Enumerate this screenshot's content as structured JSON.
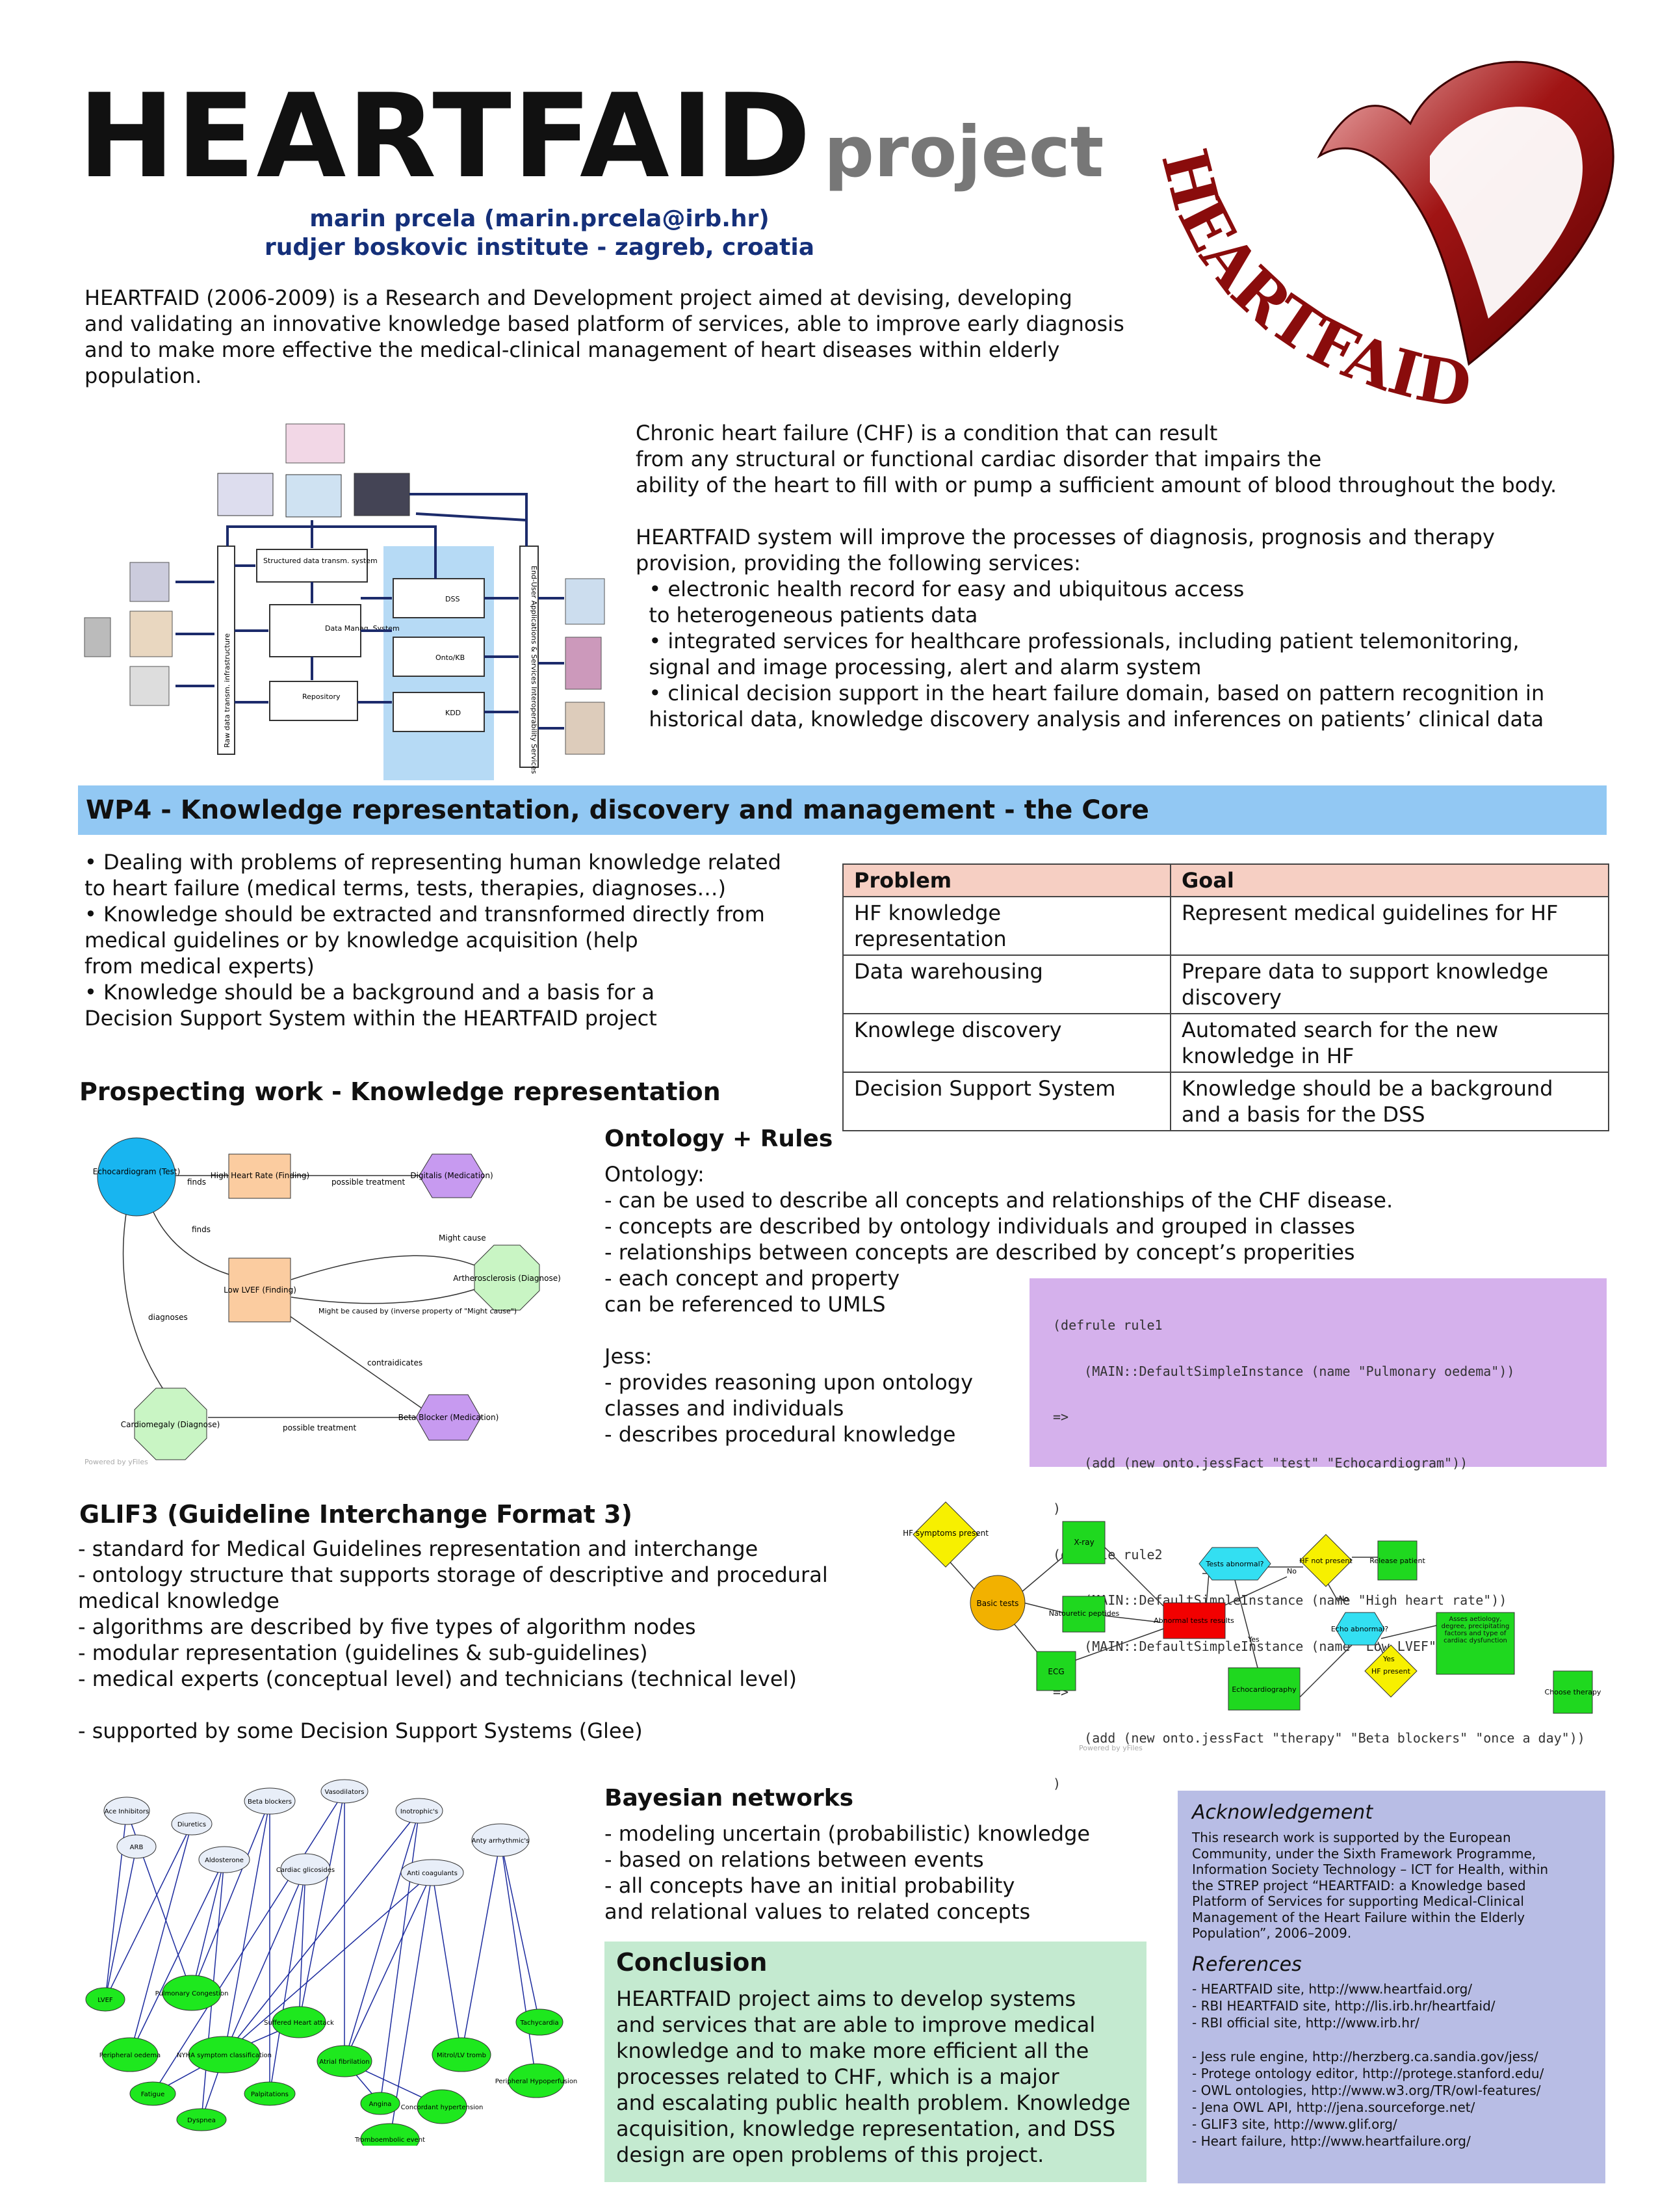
{
  "header": {
    "title_big": "HEARTFAID",
    "title_small": "project",
    "author": "marin prcela (marin.prcela@irb.hr)",
    "institute": "rudjer boskovic institute - zagreb, croatia",
    "logo_text": "HEARTFAID"
  },
  "intro": {
    "lines": [
      "HEARTFAID (2006-2009) is a Research and Development project aimed at devising, developing",
      "and validating an innovative knowledge based platform of services, able to improve early diagnosis",
      "and to make more effective the medical-clinical management of heart diseases within elderly",
      "population."
    ]
  },
  "architecture_diagram": {
    "labels": [
      "Structured data transm. system",
      "Data Manag. System",
      "Repository",
      "Raw data transm. infrastructure",
      "DSS",
      "Onto/KB",
      "KDD",
      "End-User Applications & Services Interoperability Services"
    ]
  },
  "chf": {
    "lines": [
      "Chronic heart failure (CHF) is a condition that can result",
      "from any structural or functional cardiac disorder that impairs the",
      "ability of the heart to fill with or pump a sufficient amount of blood throughout the body.",
      "",
      "HEARTFAID system will improve the processes of diagnosis, prognosis and therapy",
      "provision, providing the following services:",
      "  • electronic health record for easy and ubiquitous access",
      "  to heterogeneous patients data",
      "  • integrated services for healthcare professionals, including patient telemonitoring,",
      "  signal and image processing, alert and alarm system",
      "  • clinical decision support in the heart failure domain, based on pattern recognition in",
      "  historical data, knowledge discovery analysis and inferences on patients’ clinical data"
    ]
  },
  "wp4": {
    "title": "WP4 - Knowledge representation, discovery and management - the Core",
    "bullets": [
      "• Dealing with problems of representing human knowledge related",
      "to heart failure (medical terms, tests, therapies, diagnoses…)",
      "• Knowledge should be extracted and transnformed directly from",
      "medical guidelines or by knowledge acquisition (help",
      "from medical experts)",
      "• Knowledge should be a background and a basis for a",
      "Decision Support System within the HEARTFAID project"
    ],
    "table": {
      "headers": [
        "Problem",
        "Goal"
      ],
      "rows": [
        [
          "HF knowledge representation",
          "Represent medical guidelines for HF"
        ],
        [
          "Data warehousing",
          "Prepare data to support knowledge discovery"
        ],
        [
          "Knowlege discovery",
          "Automated search for the new knowledge in HF"
        ],
        [
          "Decision Support System",
          "Knowledge should be a background and a basis for the DSS"
        ]
      ]
    }
  },
  "prospecting": {
    "title": "Prospecting work - Knowledge representation"
  },
  "ontology_diagram": {
    "nodes": {
      "echo": "Echocardiogram (Test)",
      "hhr": "High Heart Rate (Finding)",
      "dig": "Digitalis (Medication)",
      "lvef": "Low LVEF (Finding)",
      "ath": "Artherosclerosis (Diagnose)",
      "card": "Cardiomegaly (Diagnose)",
      "beta": "Beta Blocker (Medication)"
    },
    "edges": {
      "finds1": "finds",
      "possible1": "possible treatment",
      "finds2": "finds",
      "diagnoses": "diagnoses",
      "might_cause": "Might cause",
      "might_be_caused": "Might be caused by (inverse property of \"Might cause\")",
      "contraindicates": "contraidicates",
      "possible2": "possible treatment"
    },
    "footer": "Powered by yFiles"
  },
  "ontology_rules": {
    "title": "Ontology + Rules",
    "lines": [
      "Ontology:",
      "- can be used to describe all concepts and relationships of the CHF disease.",
      "- concepts are described by ontology individuals and grouped in classes",
      "- relationships between concepts are described by concept’s properities",
      "- each concept and property",
      "can be referenced to UMLS",
      "",
      "Jess:",
      "- provides reasoning upon ontology",
      "classes and individuals",
      "- describes procedural knowledge"
    ],
    "code": [
      "(defrule rule1",
      "    (MAIN::DefaultSimpleInstance (name \"Pulmonary oedema\"))",
      "=>",
      "    (add (new onto.jessFact \"test\" \"Echocardiogram\"))",
      ")",
      "(defrule rule2",
      "    (MAIN::DefaultSimpleInstance (name \"High heart rate\"))",
      "    (MAIN::DefaultSimpleInstance (name \"Low LVEF\"))",
      "=>",
      "    (add (new onto.jessFact \"therapy\" \"Beta blockers\" \"once a day\"))",
      ")"
    ]
  },
  "glif": {
    "title": "GLIF3 (Guideline Interchange Format 3)",
    "lines": [
      "- standard for Medical Guidelines representation and interchange",
      "- ontology structure that supports storage of descriptive and procedural",
      "medical knowledge",
      "- algorithms are described by five types of algorithm nodes",
      "- modular representation (guidelines & sub-guidelines)",
      "- medical experts (conceptual level) and technicians (technical level)",
      "",
      "- supported by some Decision Support Systems (Glee)"
    ]
  },
  "glif_diagram": {
    "nodes": {
      "hfs": "HF symptoms present",
      "xray": "X-ray",
      "basic": "Basic tests",
      "nat": "Natouretic peptides",
      "ecg": "ECG",
      "abn": "Abnormal tests results",
      "tests": "Tests abnormal?",
      "hfnp": "HF not present",
      "release": "Release patient",
      "echo": "Echo abnormal?",
      "echocard": "Echocardiography",
      "assess": "Asses aetiology, degree, precipitating factors and type of cardiac dysfunction",
      "hfp": "HF present",
      "choose": "Choose therapy"
    },
    "edges": {
      "no1": "No",
      "no2": "No",
      "yes1": "Yes",
      "yes2": "Yes"
    },
    "footer": "Powered by yFiles"
  },
  "bayes_diagram": {
    "nodes": [
      "Ace Inhibitors",
      "Diuretics",
      "Beta blockers",
      "Vasodilators",
      "Inotrophic's",
      "ARB",
      "Aldosterone",
      "Cardiac glicosides",
      "Anty arrhythmic's",
      "Anti coagulants",
      "LVEF",
      "Pulmonary Congestion",
      "Suffered Heart attack",
      "Tachycardia",
      "Peripheral oedema",
      "NYHA symptom classification",
      "Atrial fibrilation",
      "Mitrol/LV tromb",
      "Peripheral Hypoperfusion",
      "Fatigue",
      "Palpitations",
      "Angina",
      "Concordant hypertension",
      "Dyspnea",
      "Tromboembolic event"
    ]
  },
  "bayes": {
    "title": "Bayesian networks",
    "lines": [
      "- modeling uncertain (probabilistic) knowledge",
      "- based on relations between events",
      "- all concepts have an initial probability",
      "and relational values to related concepts"
    ]
  },
  "conclusion": {
    "title": "Conclusion",
    "lines": [
      "HEARTFAID project aims to develop systems",
      "and services that are able to improve medical",
      "knowledge and to make more efficient all the",
      "processes related to CHF, which is a major",
      "and escalating public health problem. Knowledge",
      "acquisition, knowledge representation, and DSS",
      "design are open problems of this project."
    ]
  },
  "acknowledgement": {
    "title": "Acknowledgement",
    "lines": [
      "This research work is supported by the European",
      "Community, under the Sixth Framework Programme,",
      "Information Society Technology – ICT for Health, within",
      "the STREP project “HEARTFAID: a Knowledge based",
      "Platform of Services for supporting Medical-Clinical",
      "Management of the Heart Failure within the Elderly",
      "Population”, 2006–2009."
    ],
    "refs_title": "References",
    "refs": [
      "- HEARTFAID site, http://www.heartfaid.org/",
      "- RBI HEARTFAID site, http://lis.irb.hr/heartfaid/",
      "- RBI official site, http://www.irb.hr/",
      "",
      "- Jess rule engine, http://herzberg.ca.sandia.gov/jess/",
      "- Protege ontology editor, http://protege.stanford.edu/",
      "- OWL ontologies, http://www.w3.org/TR/owl-features/",
      "- Jena OWL API, http://jena.sourceforge.net/",
      "- GLIF3 site, http://www.glif.org/",
      "- Heart failure, http://www.heartfailure.org/"
    ]
  },
  "colors": {
    "wp4_bar": "#92c8f3",
    "table_header": "#f6cfc3",
    "code_bg": "#d5b1ec",
    "conclusion_bg": "#c4ead0",
    "ack_bg": "#b8bde5",
    "title_blue": "#15307a",
    "heart_red": "#8a0c0c"
  }
}
